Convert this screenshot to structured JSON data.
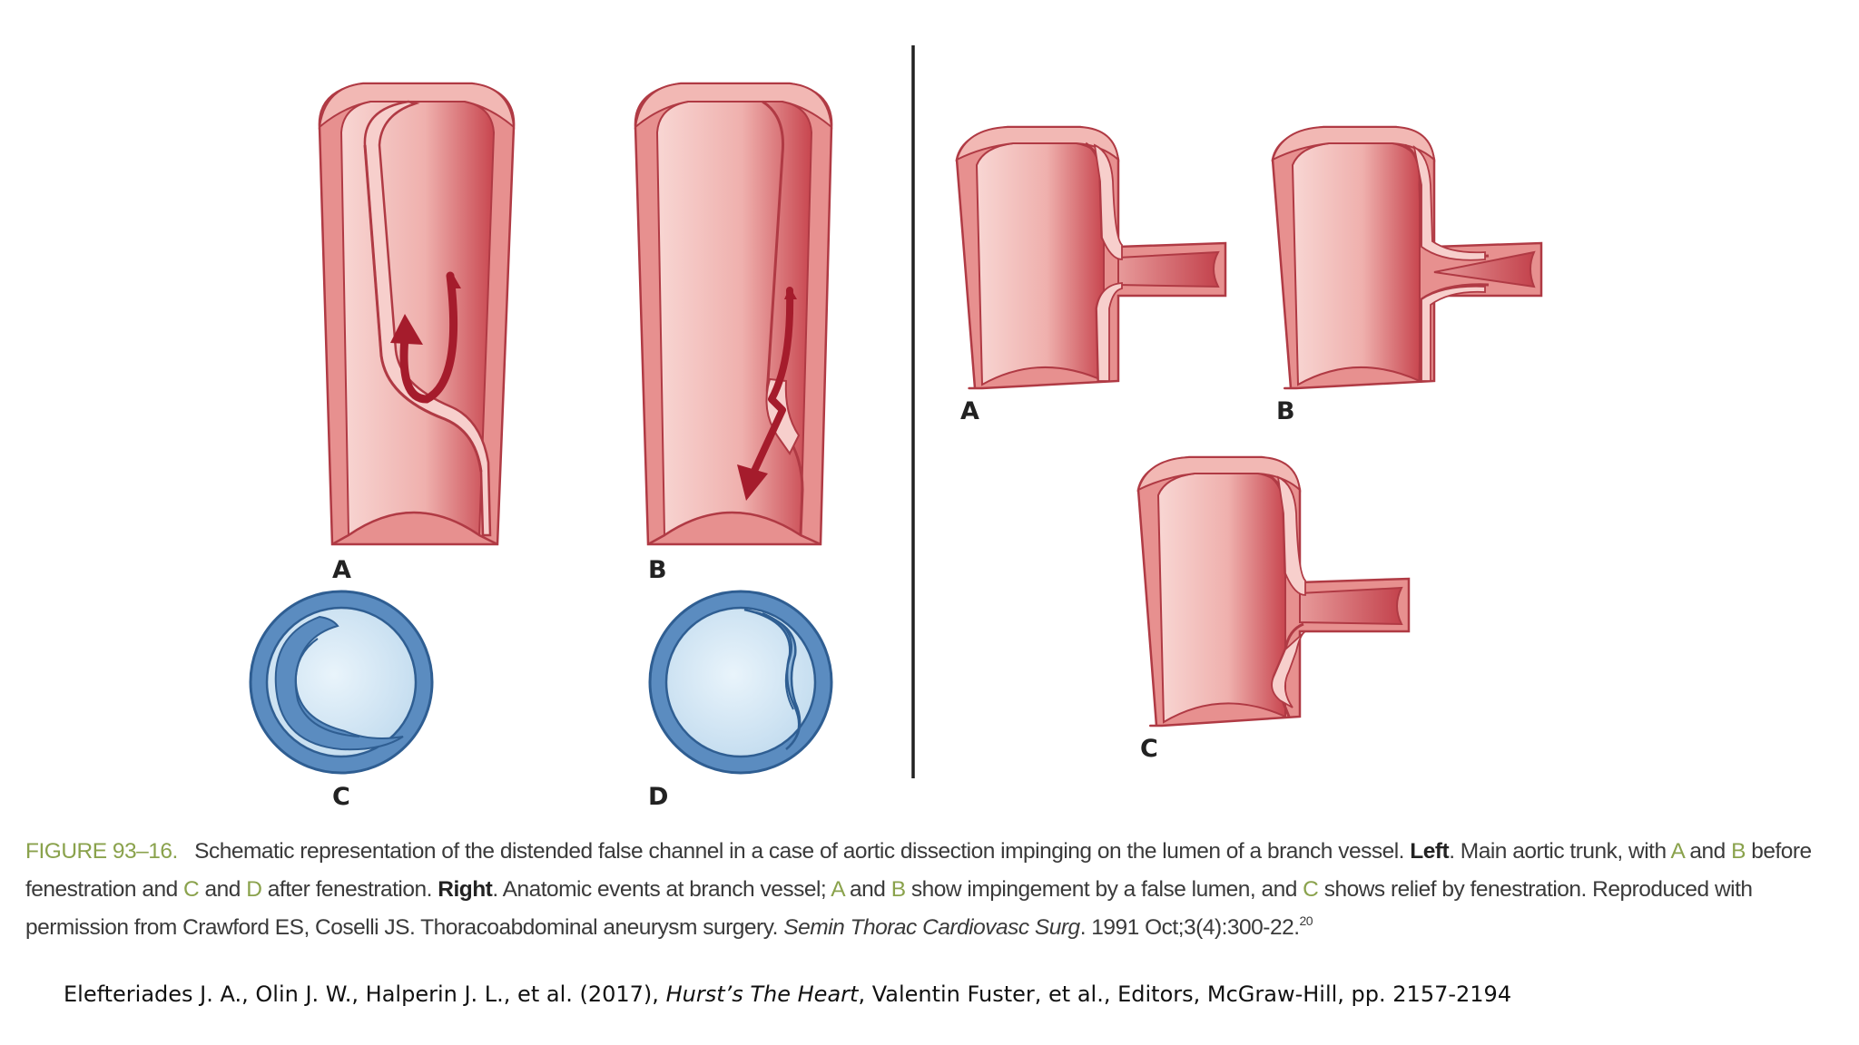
{
  "figure": {
    "panel_labels": {
      "left_a": "A",
      "left_b": "B",
      "left_c": "C",
      "left_d": "D",
      "right_a": "A",
      "right_b": "B",
      "right_c": "C"
    },
    "colors": {
      "vessel_fill": "#f2b8b4",
      "vessel_dark": "#c84a52",
      "vessel_outline": "#b03a44",
      "arrow": "#a51c2c",
      "section_blue": "#5b8cc0",
      "section_light": "#d6e9f5",
      "divider": "#222222"
    }
  },
  "caption": {
    "figure_number": "FIGURE 93–16.",
    "t1": "Schematic representation of the distended false channel in a case of aortic dissection impinging on the lumen of a branch vessel.",
    "left_word": "Left",
    "t2": ". Main aortic trunk, with",
    "a1": "A",
    "and1": "and",
    "b1": "B",
    "t3": "before fenestration and",
    "c1": "C",
    "and2": "and",
    "d1": "D",
    "t4": "after fenestration.",
    "right_word": "Right",
    "t5": ". Anatomic events at branch vessel;",
    "a2": "A",
    "and3": "and",
    "b2": "B",
    "t6": "show impingement by a false lumen, and",
    "c2": "C",
    "t7": "shows relief by fenestration. Reproduced with permission from Crawford ES, Coselli JS. Thoracoabdominal aneurysm surgery.",
    "journal": "Semin Thorac Cardiovasc Surg",
    "t8": ". 1991 Oct;3(4):300-22.",
    "ref": "20"
  },
  "citation": {
    "authors": "Elefteriades J. A., Olin J. W., Halperin J. L., et al. (2017), ",
    "book": "Hurst’s The Heart",
    "rest": ", Valentin Fuster, et al., Editors, McGraw-Hill, pp. 2157-2194"
  }
}
